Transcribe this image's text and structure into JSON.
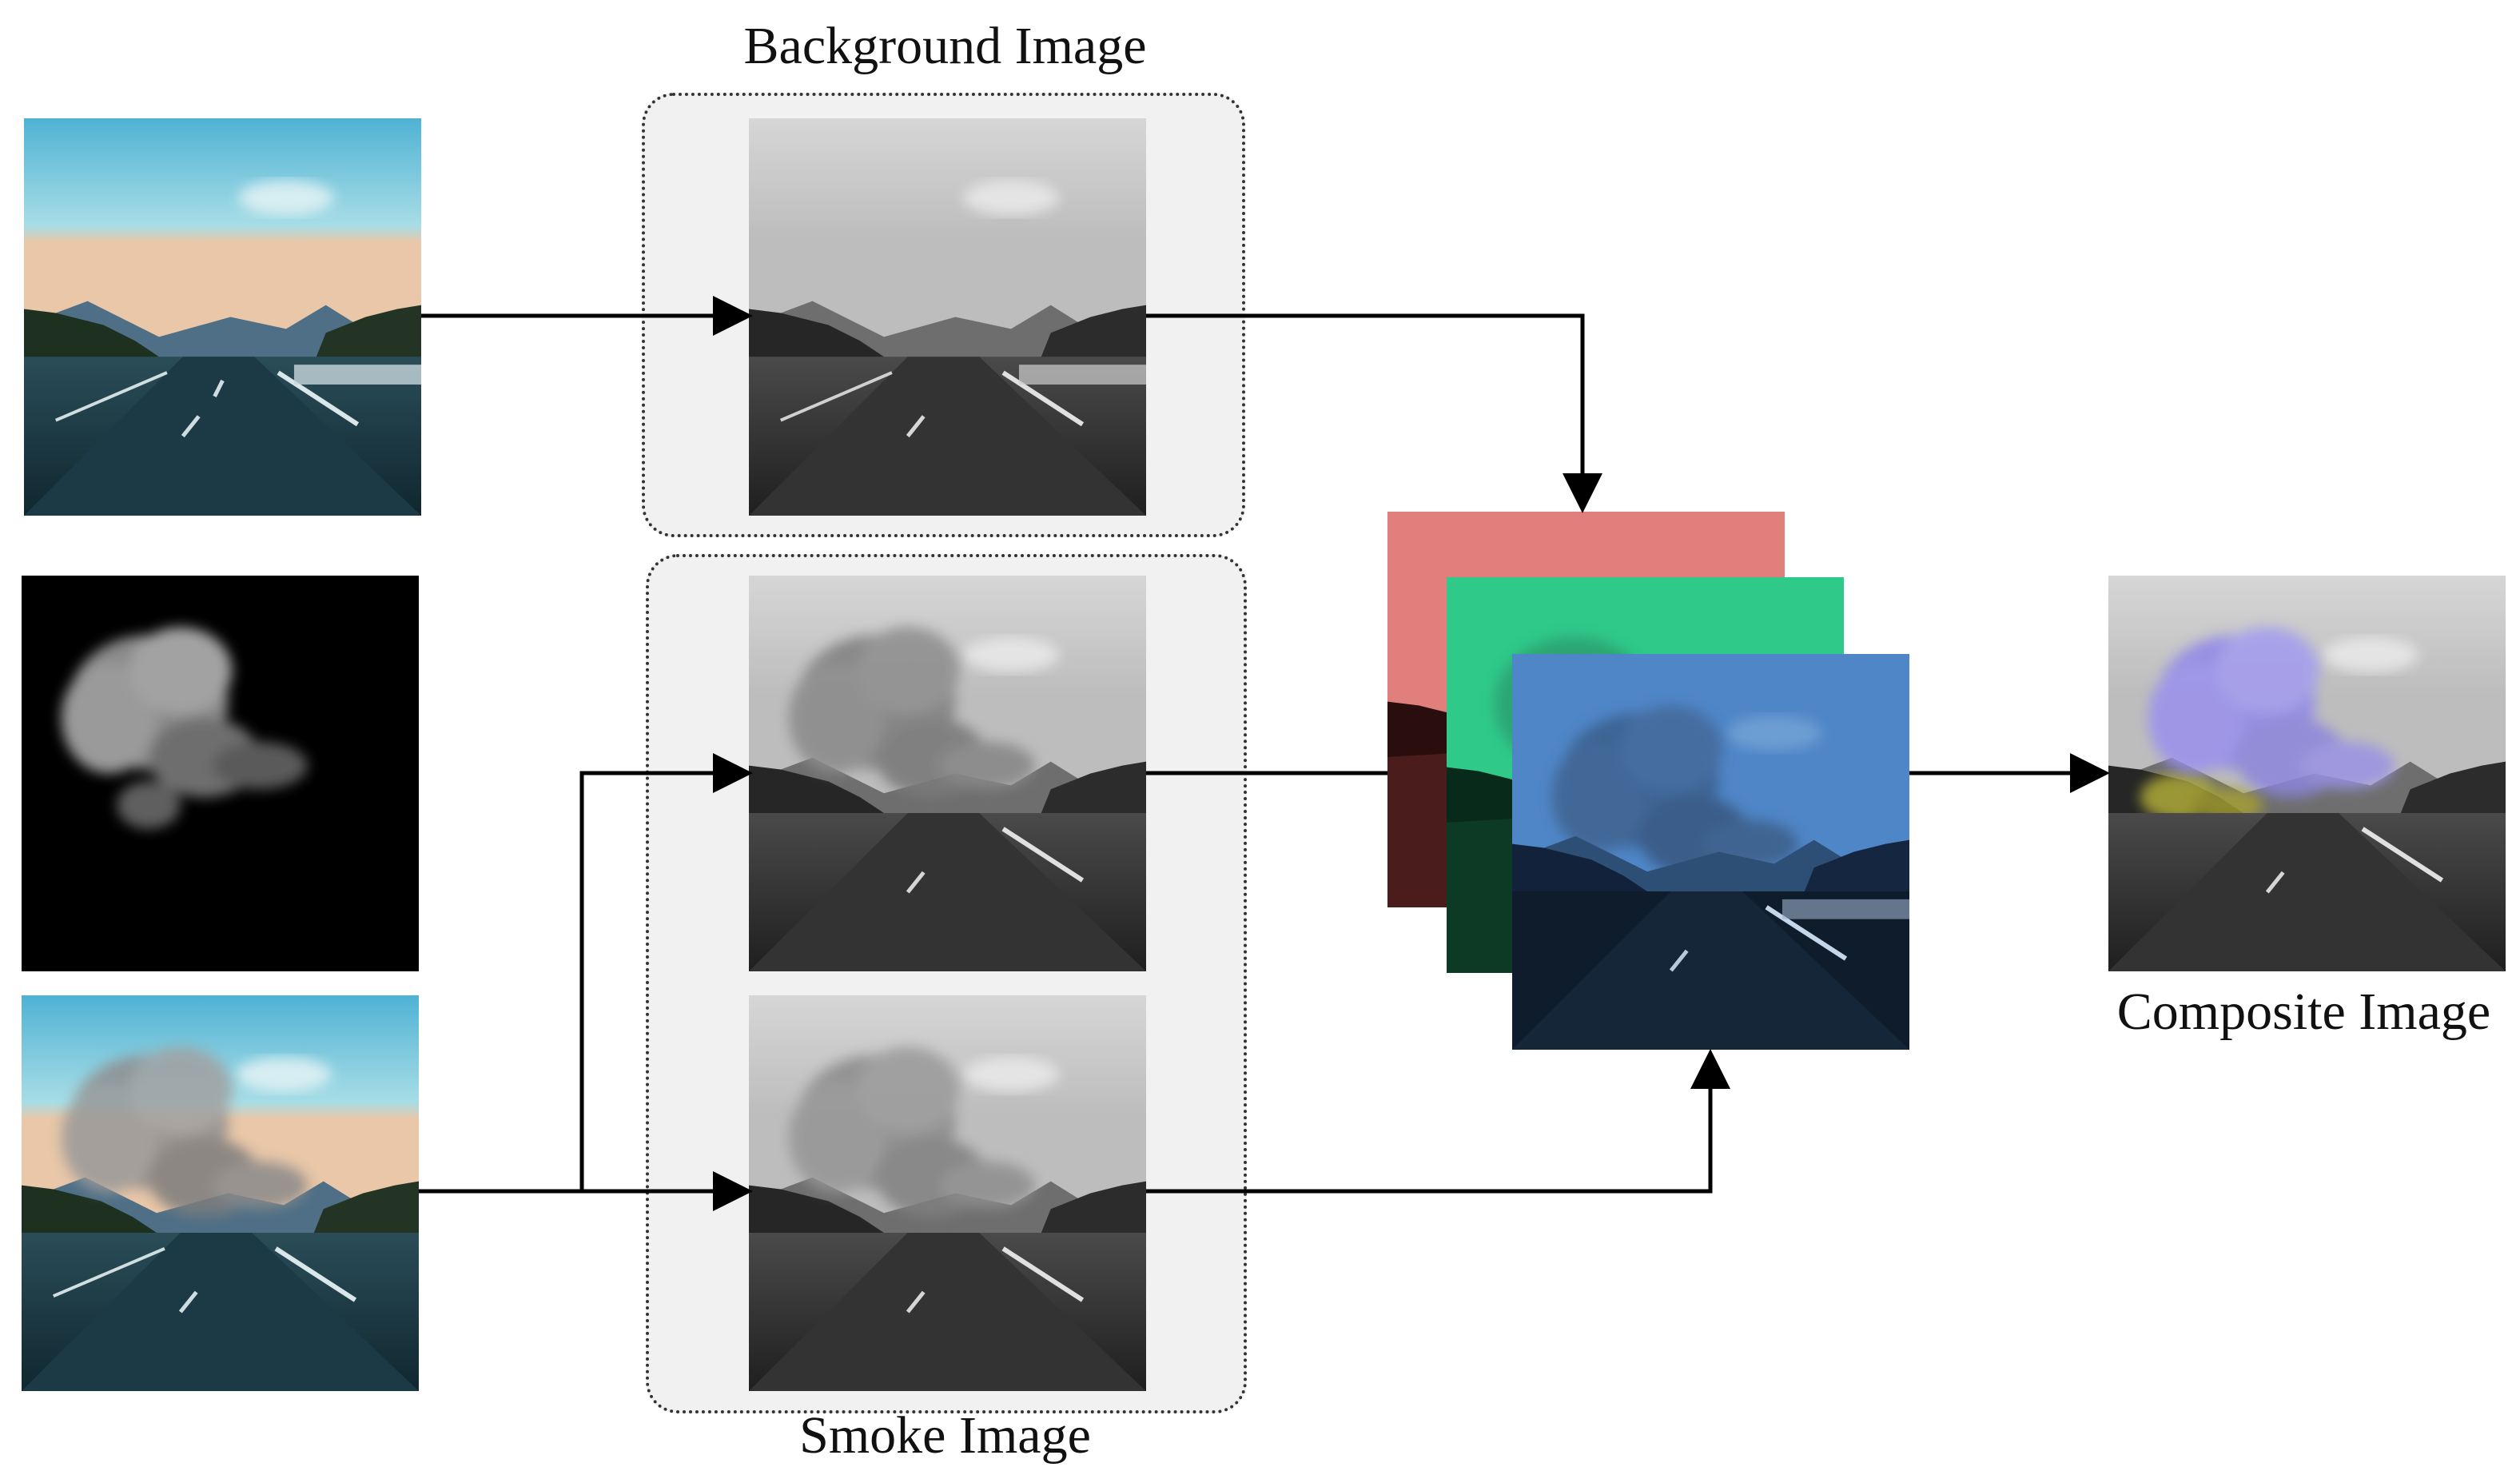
{
  "labels": {
    "background_image": "Background Image",
    "smoke_image": "Smoke Image",
    "composite_image": "Composite Image"
  },
  "colors": {
    "sky_color_top": "#5bb8d6",
    "sky_color_bottom": "#bfe7ea",
    "road_color": "#1c3b45",
    "gray_sky_top": "#cfcfcf",
    "gray_road": "#2c2c2c",
    "red_channel": "#e07f7c",
    "green_channel": "#2fc989",
    "blue_channel": "#4f86c7",
    "composite_smoke_tint": "#8f86e8",
    "composite_tree_tint": "#b8b43a",
    "group_box_fill": "#f1f1f1",
    "arrow_color": "#000000"
  }
}
